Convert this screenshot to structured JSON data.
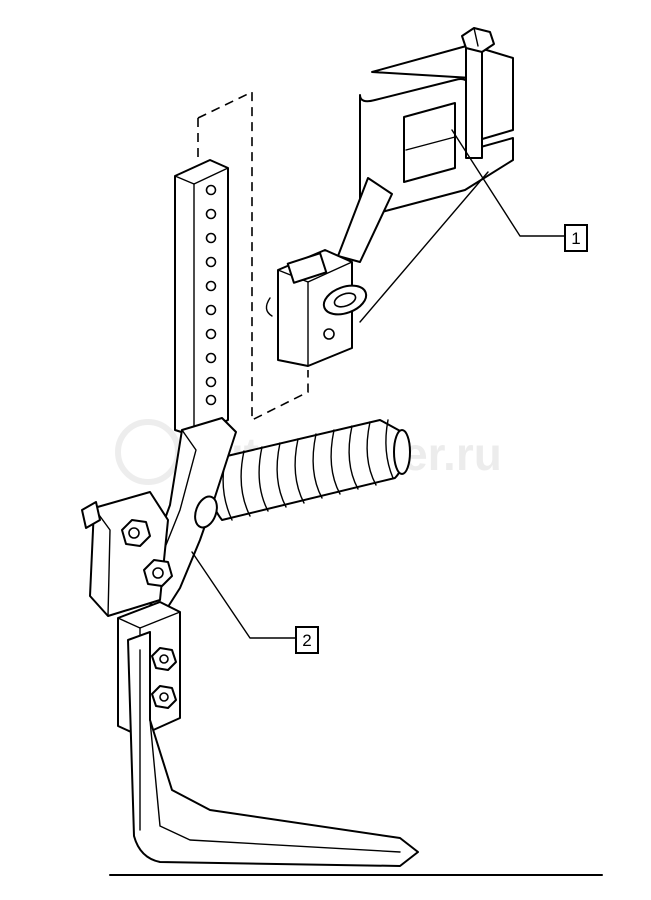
{
  "diagram": {
    "callouts": [
      {
        "id": "1",
        "label": "1"
      },
      {
        "id": "2",
        "label": "2"
      }
    ],
    "watermark": {
      "text": "autopartner.ru"
    },
    "colors": {
      "line": "#000000",
      "background": "#ffffff"
    }
  }
}
